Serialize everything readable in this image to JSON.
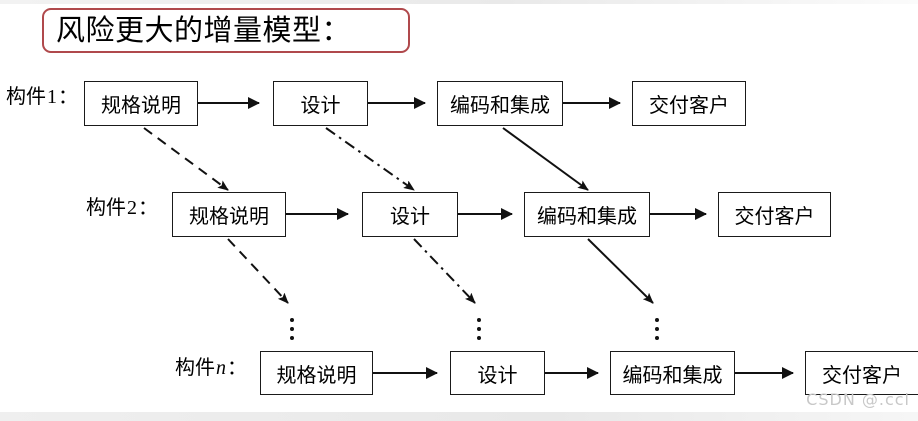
{
  "title": {
    "text": "风险更大的增量模型："
  },
  "colors": {
    "title_border": "#b0494c",
    "box_border": "#1a1a1a",
    "line": "#111111",
    "background": "#ffffff",
    "watermark": "#c8c8c8"
  },
  "rows": [
    {
      "id": "component-1",
      "label_prefix": "构件",
      "label_index": "1",
      "label_suffix": "：",
      "index_italic": false,
      "nodes": [
        {
          "name": "spec",
          "label": "规格说明"
        },
        {
          "name": "design",
          "label": "设计"
        },
        {
          "name": "code-and-integrate",
          "label": "编码和集成"
        },
        {
          "name": "deliver-to-customer",
          "label": "交付客户"
        }
      ]
    },
    {
      "id": "component-2",
      "label_prefix": "构件",
      "label_index": "2",
      "label_suffix": "：",
      "index_italic": false,
      "nodes": [
        {
          "name": "spec",
          "label": "规格说明"
        },
        {
          "name": "design",
          "label": "设计"
        },
        {
          "name": "code-and-integrate",
          "label": "编码和集成"
        },
        {
          "name": "deliver-to-customer",
          "label": "交付客户"
        }
      ]
    },
    {
      "id": "component-n",
      "label_prefix": "构件",
      "label_index": "n",
      "label_suffix": "：",
      "index_italic": true,
      "nodes": [
        {
          "name": "spec",
          "label": "规格说明"
        },
        {
          "name": "design",
          "label": "设计"
        },
        {
          "name": "code-and-integrate",
          "label": "编码和集成"
        },
        {
          "name": "deliver-to-customer",
          "label": "交付客户"
        }
      ]
    }
  ],
  "diagonal_arrows": [
    {
      "from": "row1-spec",
      "to": "row2-spec",
      "style": "dashed"
    },
    {
      "from": "row1-design",
      "to": "row2-design",
      "style": "dash-dot"
    },
    {
      "from": "row1-code",
      "to": "row2-code",
      "style": "solid"
    },
    {
      "from": "row2-spec",
      "to": "row3-spec",
      "style": "dashed"
    },
    {
      "from": "row2-design",
      "to": "row3-design",
      "style": "dash-dot"
    },
    {
      "from": "row2-code",
      "to": "row3-code",
      "style": "solid"
    }
  ],
  "ellipses": [
    {
      "name": "vertical-ellipsis-spec",
      "glyph": "⋮"
    },
    {
      "name": "vertical-ellipsis-design",
      "glyph": "⋮"
    },
    {
      "name": "vertical-ellipsis-code",
      "glyph": "⋮"
    }
  ],
  "watermark": {
    "text": "CSDN @.ccl"
  }
}
